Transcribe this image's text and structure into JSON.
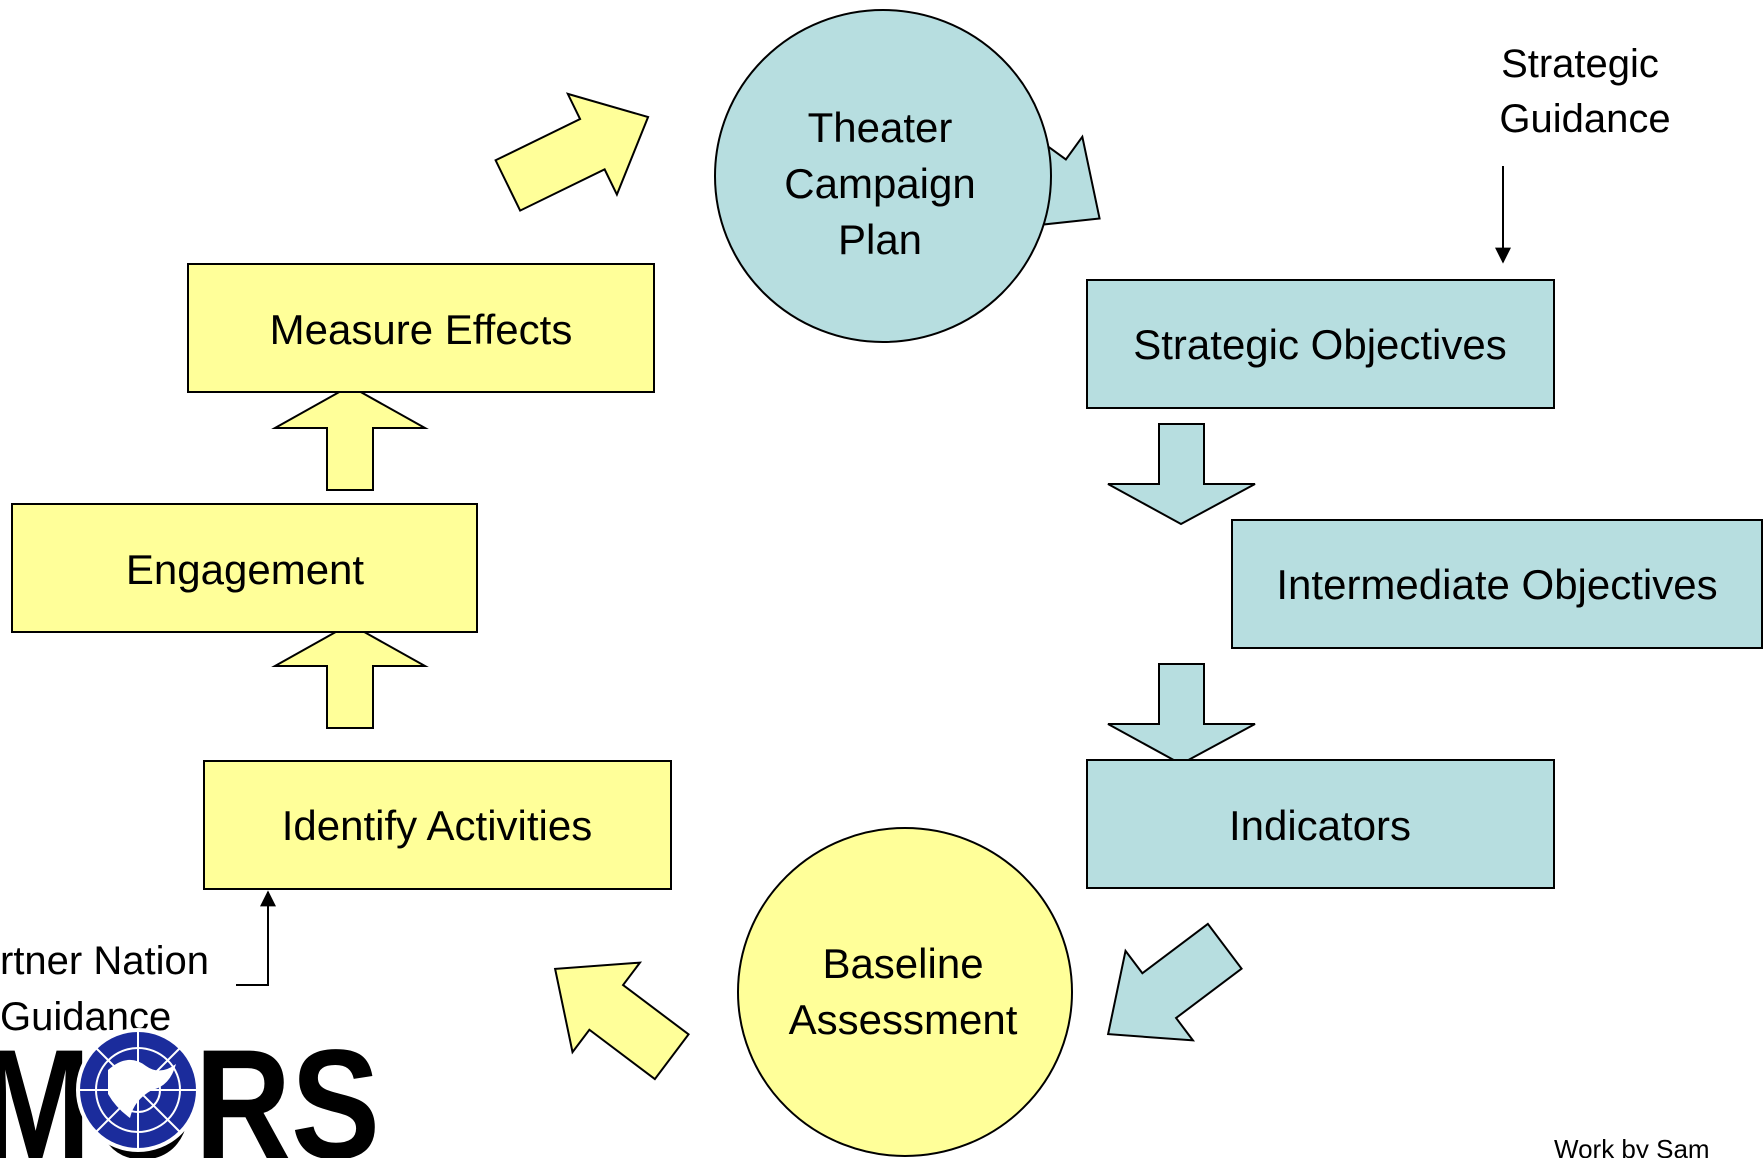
{
  "colors": {
    "yellow_fill": "#FFFF99",
    "teal_fill": "#B7DEE0",
    "stroke": "#000000",
    "logo_blue": "#1B2C9C"
  },
  "nodes": {
    "theater_campaign_plan": {
      "line1": "Theater",
      "line2": "Campaign",
      "line3": "Plan"
    },
    "strategic_objectives": "Strategic Objectives",
    "intermediate_objectives": "Intermediate Objectives",
    "indicators": "Indicators",
    "baseline_assessment": {
      "line1": "Baseline",
      "line2": "Assessment"
    },
    "identify_activities": "Identify Activities",
    "engagement": "Engagement",
    "measure_effects": "Measure Effects"
  },
  "annotations": {
    "strategic_guidance": {
      "line1": "Strategic",
      "line2": "Guidance"
    },
    "partner_nation_guidance": {
      "line1": "rtner Nation",
      "line2": "Guidance"
    }
  },
  "logo": {
    "text": "MORS"
  },
  "footer": {
    "text": "Work by Sam"
  }
}
